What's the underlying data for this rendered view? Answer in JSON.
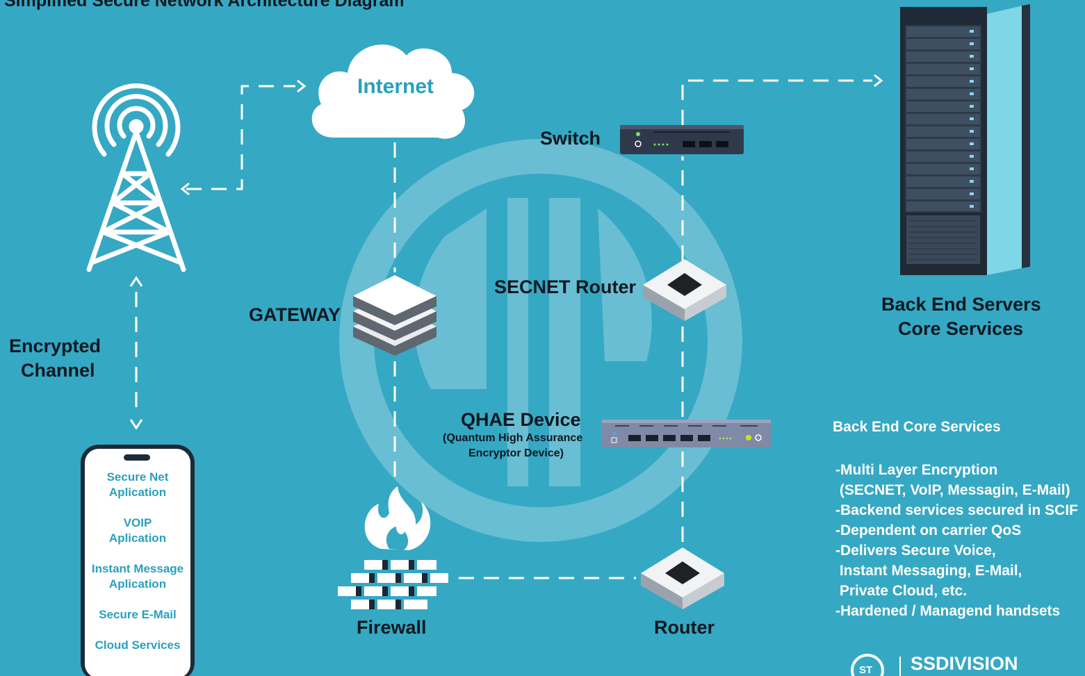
{
  "title": "Simplified Secure Network Architecture Diagram",
  "nodes": {
    "internet": "Internet",
    "switch": "Switch",
    "secnet_router": "SECNET Router",
    "gateway": "GATEWAY",
    "qhae_title": "QHAE Device",
    "qhae_sub1": "(Quantum High Assurance",
    "qhae_sub2": "Encryptor Device)",
    "firewall": "Firewall",
    "router": "Router",
    "backend_line1": "Back End Servers",
    "backend_line2": "Core Services",
    "encrypted_line1": "Encrypted",
    "encrypted_line2": "Channel"
  },
  "phone": {
    "items": [
      {
        "line1": "Secure Net",
        "line2": "Aplication"
      },
      {
        "line1": "VOIP",
        "line2": "Aplication"
      },
      {
        "line1": "Instant Message",
        "line2": "Aplication"
      },
      {
        "line1": "Secure E-Mail",
        "line2": ""
      },
      {
        "line1": "Cloud Services",
        "line2": ""
      }
    ]
  },
  "services": {
    "heading": "Back End Core Services",
    "lines": [
      "-Multi Layer Encryption",
      " (SECNET, VoIP, Messagin, E-Mail)",
      "-Backend services secured in SCIF",
      "-Dependent on carrier QoS",
      "-Delivers Secure Voice,",
      " Instant Messaging, E-Mail,",
      " Private Cloud, etc.",
      "-Hardened / Managend handsets"
    ]
  },
  "logo": {
    "mark": "ST",
    "name": "SSDIVISION"
  },
  "colors": {
    "background": "#35a8c4",
    "label": "#101820",
    "connector": "#ffffff",
    "phone_text": "#2a9fbd"
  }
}
